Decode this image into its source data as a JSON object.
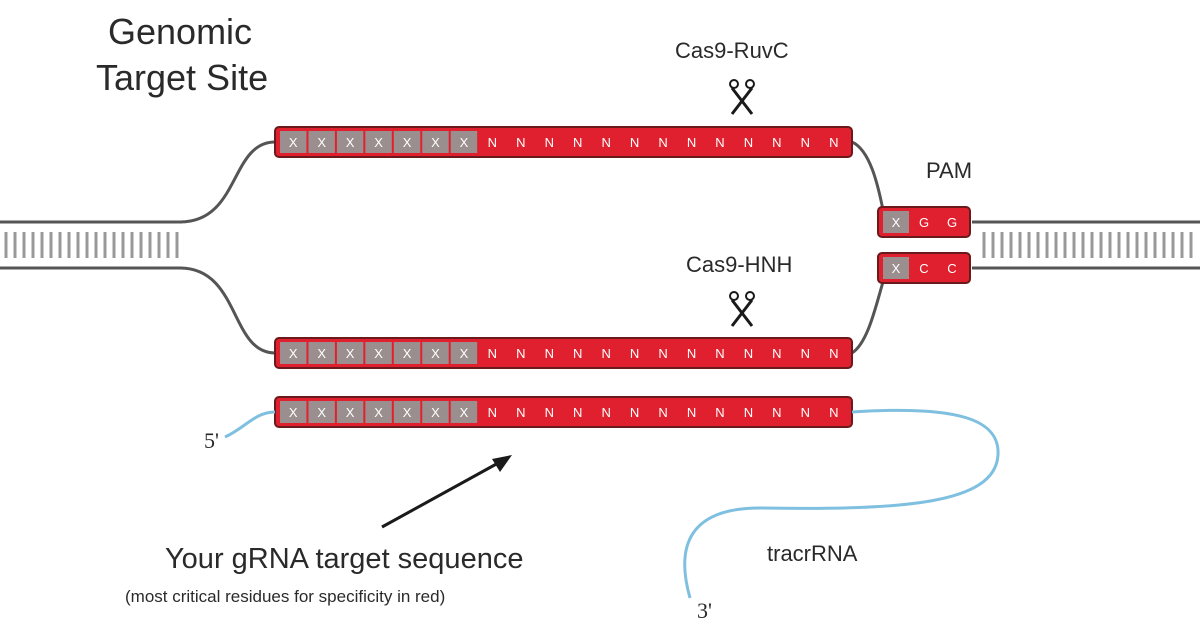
{
  "title": {
    "line1": "Genomic",
    "line2": "Target Site"
  },
  "labels": {
    "ruvc": "Cas9-RuvC",
    "hnh": "Cas9-HNH",
    "pam": "PAM",
    "five_prime": "5'",
    "three_prime": "3'",
    "tracr": "tracrRNA",
    "target_main": "Your gRNA target sequence",
    "target_sub": "(most critical residues for specificity in red)"
  },
  "strands": {
    "grey_letter": "X",
    "red_letter": "N",
    "grey_count": 7,
    "red_count": 13,
    "pam_top": [
      "X",
      "G",
      "G"
    ],
    "pam_bottom": [
      "X",
      "C",
      "C"
    ]
  },
  "colors": {
    "grey": "#9a8f8e",
    "red": "#e0202e",
    "outline": "#6a1a1a",
    "rna": "#7fbfe0",
    "line": "#555555"
  },
  "icons": {
    "scissors": "scissors-icon"
  }
}
